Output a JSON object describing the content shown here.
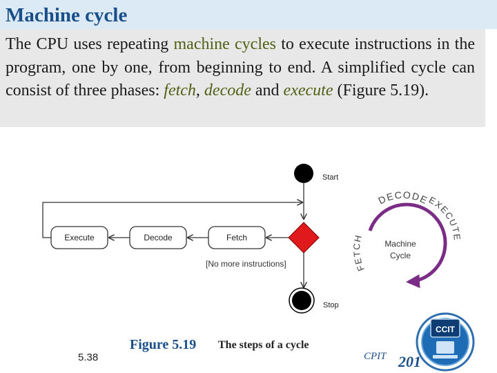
{
  "header": {
    "title": "Machine cycle"
  },
  "paragraph": {
    "t1": "The CPU uses repeating ",
    "h1": "machine cycles",
    "t2": " to execute instructions in the program, one by one, from beginning to end. A simplified cycle can consist of three phases: ",
    "h2": "fetch",
    "t3": ", ",
    "h3": "decode",
    "t4": " and ",
    "h4": "execute",
    "t5": " (Figure 5.19)."
  },
  "diagram": {
    "start_label": "Start",
    "stop_label": "Stop",
    "execute_label": "Execute",
    "decode_label": "Decode",
    "fetch_label": "Fetch",
    "guard_label": "[No more instructions]",
    "ring_label_decode": "DECODE",
    "ring_label_execute": "EXECUTE",
    "ring_label_fetch": "FETCH",
    "ring_center_1": "Machine",
    "ring_center_2": "Cycle",
    "colors": {
      "ring": "#7b2c86",
      "decision": "#e0191d",
      "node": "#000000"
    }
  },
  "footer": {
    "page_number": "5.38",
    "figure_label": "Figure 5.19",
    "figure_desc": "The steps of a cycle",
    "course": "CPIT",
    "course_number": "201",
    "logo_text": "CCIT"
  }
}
